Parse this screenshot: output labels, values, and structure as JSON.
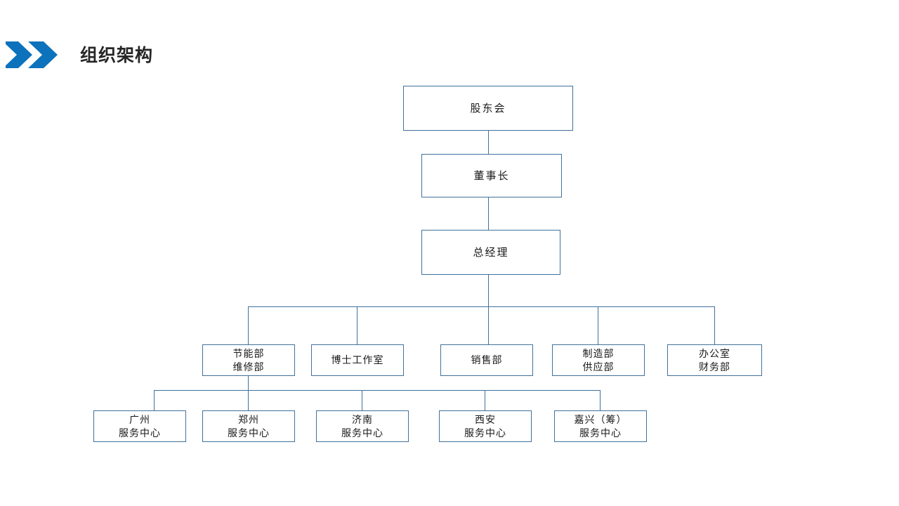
{
  "header": {
    "title": "组织架构",
    "chevron_icon": "double-chevron-right-icon",
    "accent_color": "#0C72BC",
    "title_color": "#262626"
  },
  "chart_data": {
    "type": "diagram",
    "diagram_kind": "org-chart",
    "line_color": "#41719C",
    "box_fill": "#FFFFFF",
    "text_color": "#1A1A1A",
    "levels": [
      {
        "level": 1,
        "nodes": [
          {
            "id": "shareholders",
            "lines": [
              "股东会"
            ]
          }
        ]
      },
      {
        "level": 2,
        "nodes": [
          {
            "id": "chairman",
            "lines": [
              "董事长"
            ]
          }
        ]
      },
      {
        "level": 3,
        "nodes": [
          {
            "id": "general-manager",
            "lines": [
              "总经理"
            ]
          }
        ]
      },
      {
        "level": 4,
        "nodes": [
          {
            "id": "energy-maintenance",
            "lines": [
              "节能部",
              "维修部"
            ]
          },
          {
            "id": "doctoral-studio",
            "lines": [
              "博士工作室"
            ]
          },
          {
            "id": "sales",
            "lines": [
              "销售部"
            ]
          },
          {
            "id": "manufacturing-supply",
            "lines": [
              "制造部",
              "供应部"
            ]
          },
          {
            "id": "office-finance",
            "lines": [
              "办公室",
              "财务部"
            ]
          }
        ]
      },
      {
        "level": 5,
        "nodes": [
          {
            "id": "guangzhou-center",
            "lines": [
              "广州",
              "服务中心"
            ]
          },
          {
            "id": "zhengzhou-center",
            "lines": [
              "郑州",
              "服务中心"
            ]
          },
          {
            "id": "jinan-center",
            "lines": [
              "济南",
              "服务中心"
            ]
          },
          {
            "id": "xian-center",
            "lines": [
              "西安",
              "服务中心"
            ]
          },
          {
            "id": "jiaxing-center",
            "lines": [
              "嘉兴（筹）",
              "服务中心"
            ]
          }
        ]
      }
    ]
  }
}
